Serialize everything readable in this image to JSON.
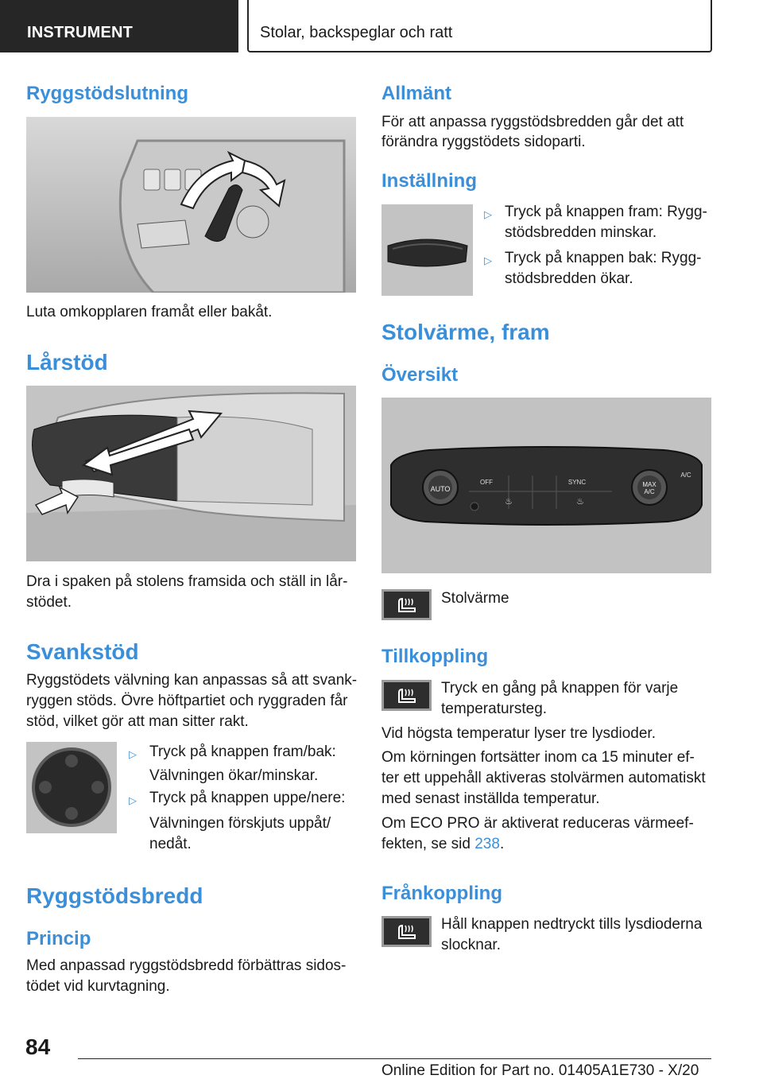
{
  "header": {
    "section": "INSTRUMENT",
    "chapter": "Stolar, backspeglar och ratt"
  },
  "left": {
    "backrest_tilt": {
      "title": "Ryggstödslutning",
      "caption": "Luta omkopplaren framåt eller bakåt."
    },
    "thigh_support": {
      "title": "Lårstöd",
      "caption_line1": "Dra i spaken på stolens framsida och ställ in lår-",
      "caption_line2": "stödet."
    },
    "lumbar": {
      "title": "Svankstöd",
      "text_line1": "Ryggstödets välvning kan anpassas så att svank-",
      "text_line2": "ryggen stöds. Övre höftpartiet och ryggraden får",
      "text_line3": "stöd, vilket gör att man sitter rakt.",
      "bullet1": "Tryck på knappen fram/bak:",
      "bullet1_sub": "Välvningen ökar/minskar.",
      "bullet2": "Tryck på knappen uppe/nere:",
      "bullet2_sub1": "Välvningen förskjuts uppåt/",
      "bullet2_sub2": "nedåt."
    },
    "backrest_width": {
      "title": "Ryggstödsbredd",
      "subtitle": "Princip",
      "text_line1": "Med anpassad ryggstödsbredd förbättras sidos-",
      "text_line2": "tödet vid kurvtagning."
    }
  },
  "right": {
    "general": {
      "title": "Allmänt",
      "text_line1": "För att anpassa ryggstödsbredden går det att",
      "text_line2": "förändra ryggstödets sidoparti."
    },
    "setting": {
      "title": "Inställning",
      "bullet1_line1": "Tryck på knappen fram: Rygg-",
      "bullet1_line2": "stödsbredden minskar.",
      "bullet2_line1": "Tryck på knappen bak: Rygg-",
      "bullet2_line2": "stödsbredden ökar."
    },
    "seat_heating": {
      "title": "Stolvärme, fram",
      "overview": "Översikt",
      "icon_label": "Stolvärme",
      "panel_labels": {
        "auto": "AUTO",
        "off": "OFF",
        "sync": "SYNC",
        "max_ac_1": "MAX",
        "max_ac_2": "A/C",
        "ac": "A/C",
        "max": "MAX"
      }
    },
    "switch_on": {
      "title": "Tillkoppling",
      "line1": "Tryck en gång på knappen för varje",
      "line2": "temperatursteg.",
      "p1": "Vid högsta temperatur lyser tre lysdioder.",
      "p2_line1": "Om körningen fortsätter inom ca 15 minuter ef-",
      "p2_line2": "ter ett uppehåll aktiveras stolvärmen automatiskt",
      "p2_line3": "med senast inställda temperatur.",
      "p3_line1": "Om ECO PRO är aktiverat reduceras värmeef-",
      "p3_line2_pre": "fekten, se sid ",
      "p3_link": "238",
      "p3_line2_post": "."
    },
    "switch_off": {
      "title": "Frånkoppling",
      "line1": "Håll knappen nedtryckt tills lysdioderna",
      "line2": "slocknar."
    }
  },
  "footer": {
    "page_number": "84",
    "edition": "Online Edition for Part no. 01405A1E730 - X/20"
  },
  "colors": {
    "accent": "#3b8fd9",
    "header_bg": "#262626"
  }
}
